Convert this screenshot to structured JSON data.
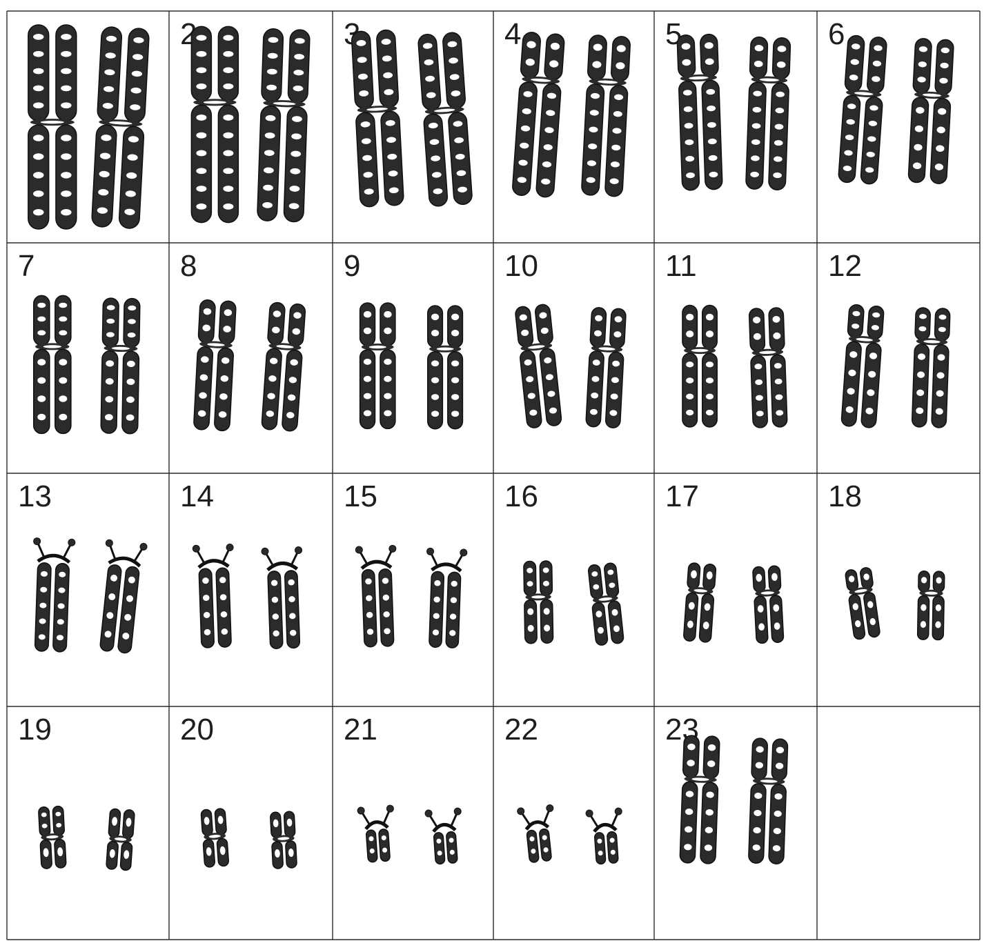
{
  "title": "",
  "grid": {
    "rows": 4,
    "cols": 6
  },
  "colors": {
    "ink": "#2b2b2b",
    "line": "#2a2a2a",
    "paper": "#ffffff"
  },
  "cells": [
    {
      "label": "",
      "size": "large",
      "type": "meta",
      "length": 1.0,
      "arm": 0.47
    },
    {
      "label": "2",
      "size": "large",
      "type": "submeta",
      "length": 0.96,
      "arm": 0.38
    },
    {
      "label": "3",
      "size": "large",
      "type": "meta",
      "length": 0.86,
      "arm": 0.44
    },
    {
      "label": "4",
      "size": "large",
      "type": "submeta",
      "length": 0.8,
      "arm": 0.28
    },
    {
      "label": "5",
      "size": "large",
      "type": "submeta",
      "length": 0.76,
      "arm": 0.27
    },
    {
      "label": "6",
      "size": "large",
      "type": "submeta",
      "length": 0.72,
      "arm": 0.38
    },
    {
      "label": "7",
      "size": "medium",
      "type": "submeta",
      "length": 0.68,
      "arm": 0.36
    },
    {
      "label": "8",
      "size": "medium",
      "type": "submeta",
      "length": 0.64,
      "arm": 0.33
    },
    {
      "label": "9",
      "size": "medium",
      "type": "submeta",
      "length": 0.62,
      "arm": 0.34
    },
    {
      "label": "10",
      "size": "medium",
      "type": "submeta",
      "length": 0.6,
      "arm": 0.33
    },
    {
      "label": "11",
      "size": "medium",
      "type": "submeta",
      "length": 0.6,
      "arm": 0.36
    },
    {
      "label": "12",
      "size": "medium",
      "type": "submeta",
      "length": 0.6,
      "arm": 0.27
    },
    {
      "label": "13",
      "size": "small",
      "type": "acro",
      "length": 0.5,
      "arm": 0.1
    },
    {
      "label": "14",
      "size": "small",
      "type": "acro",
      "length": 0.45,
      "arm": 0.1
    },
    {
      "label": "15",
      "size": "small",
      "type": "acro",
      "length": 0.44,
      "arm": 0.1
    },
    {
      "label": "16",
      "size": "small",
      "type": "meta",
      "length": 0.4,
      "arm": 0.42
    },
    {
      "label": "17",
      "size": "small",
      "type": "submeta",
      "length": 0.38,
      "arm": 0.33
    },
    {
      "label": "18",
      "size": "small",
      "type": "submeta",
      "length": 0.34,
      "arm": 0.3
    },
    {
      "label": "19",
      "size": "tiny",
      "type": "meta",
      "length": 0.3,
      "arm": 0.47
    },
    {
      "label": "20",
      "size": "tiny",
      "type": "meta",
      "length": 0.28,
      "arm": 0.45
    },
    {
      "label": "21",
      "size": "tiny",
      "type": "acro",
      "length": 0.22,
      "arm": 0.2
    },
    {
      "label": "22",
      "size": "tiny",
      "type": "acro",
      "length": 0.22,
      "arm": 0.2
    },
    {
      "label": "23",
      "size": "large",
      "type": "submeta",
      "length": 0.62,
      "arm": 0.33
    },
    {
      "label": "",
      "size": "empty",
      "type": "none",
      "length": 0,
      "arm": 0
    }
  ]
}
